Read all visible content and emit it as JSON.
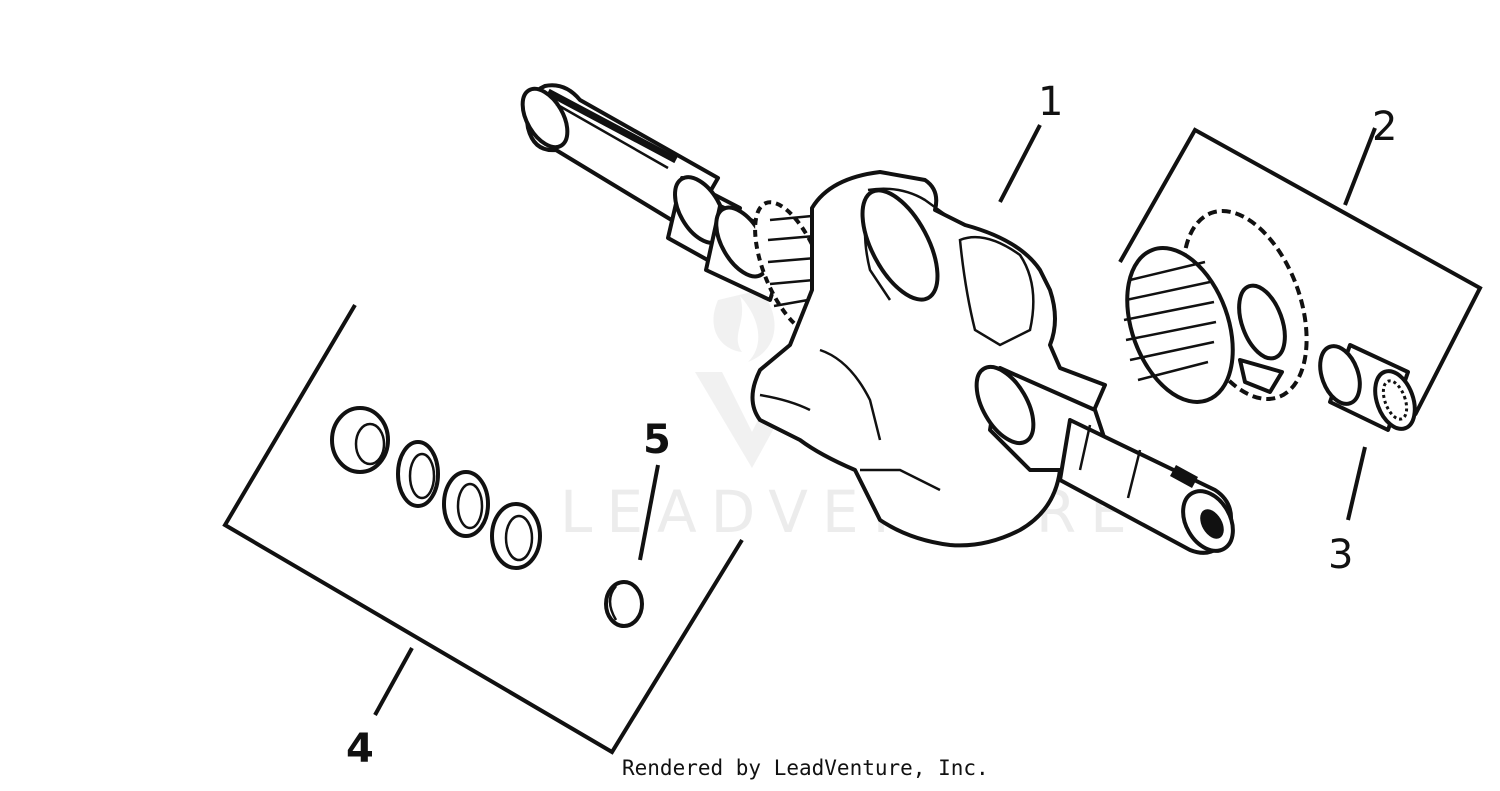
{
  "callouts": {
    "c1": "1",
    "c2": "2",
    "c3": "3",
    "c4": "4",
    "c5": "5"
  },
  "watermark": "LEADVENTURE",
  "credit": "Rendered by LeadVenture, Inc."
}
